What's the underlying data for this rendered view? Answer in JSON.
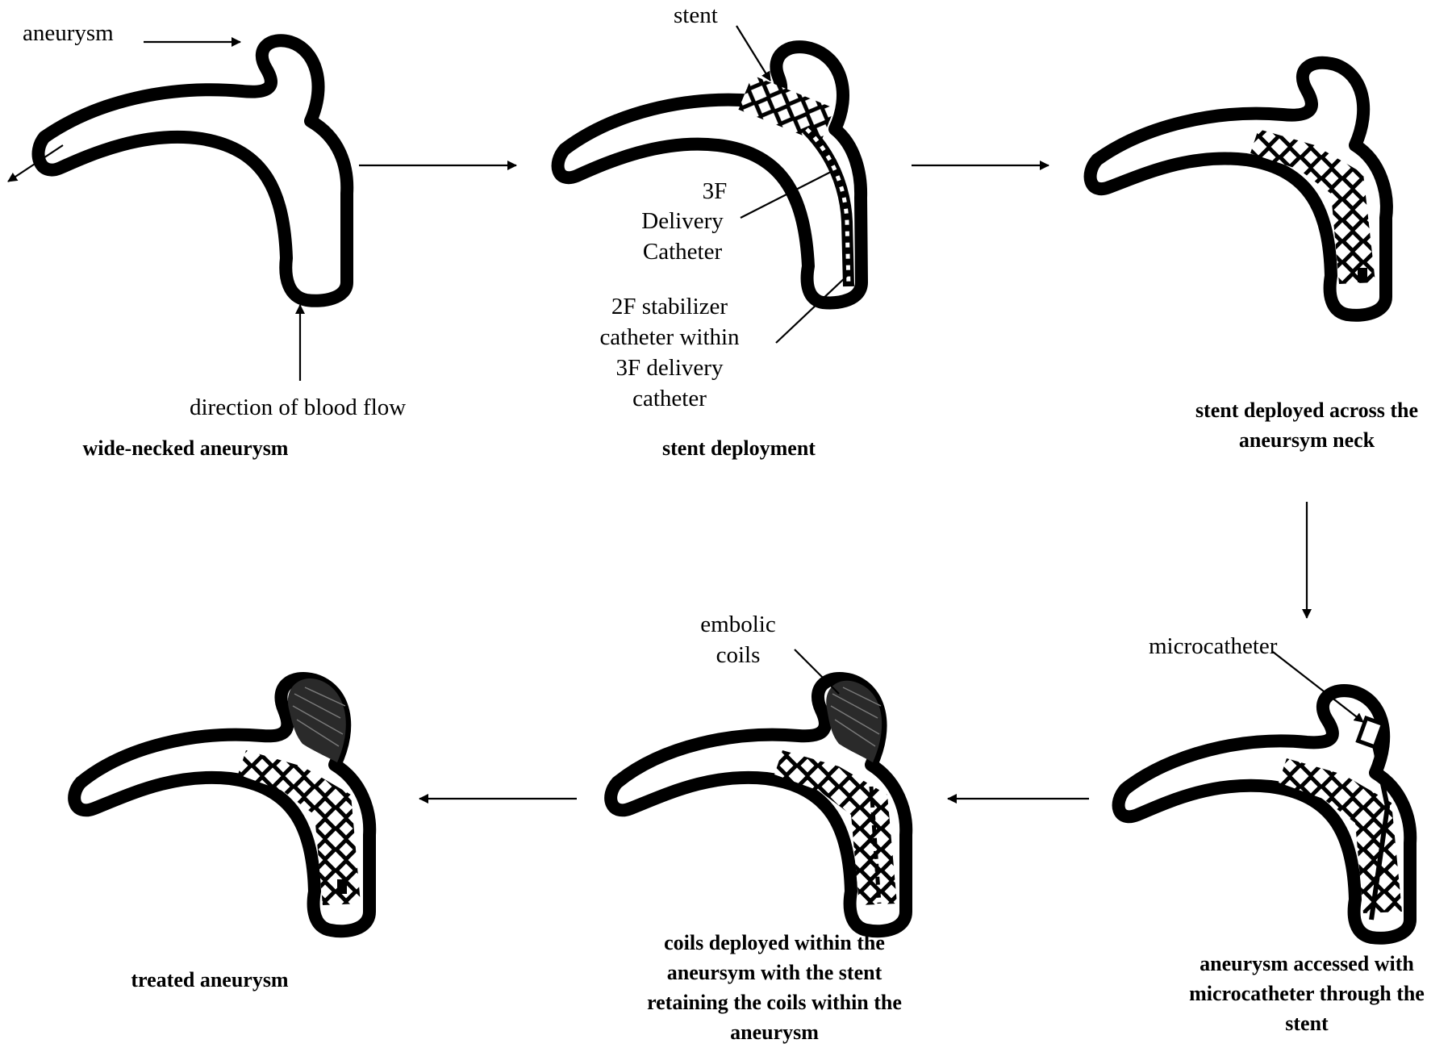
{
  "labels": {
    "aneurysm": "aneurysm",
    "direction_of_blood_flow": "direction of blood flow",
    "stent": "stent",
    "delivery_catheter_1": "3F",
    "delivery_catheter_2": "Delivery",
    "delivery_catheter_3": "Catheter",
    "stabilizer_1": "2F stabilizer",
    "stabilizer_2": "catheter within",
    "stabilizer_3": "3F delivery",
    "stabilizer_4": "catheter",
    "embolic_1": "embolic",
    "embolic_2": "coils",
    "microcatheter": "microcatheter"
  },
  "steps": [
    {
      "caption": [
        "wide-necked aneurysm"
      ]
    },
    {
      "caption": [
        "stent deployment"
      ]
    },
    {
      "caption": [
        "stent deployed across the",
        "aneursym neck"
      ]
    },
    {
      "caption": [
        "aneurysm accessed with",
        "microcatheter through the",
        "stent"
      ]
    },
    {
      "caption": [
        "coils deployed within the",
        "aneursym with the stent",
        "retaining the coils within the",
        "aneurysm"
      ]
    },
    {
      "caption": [
        "treated aneurysm"
      ]
    }
  ]
}
